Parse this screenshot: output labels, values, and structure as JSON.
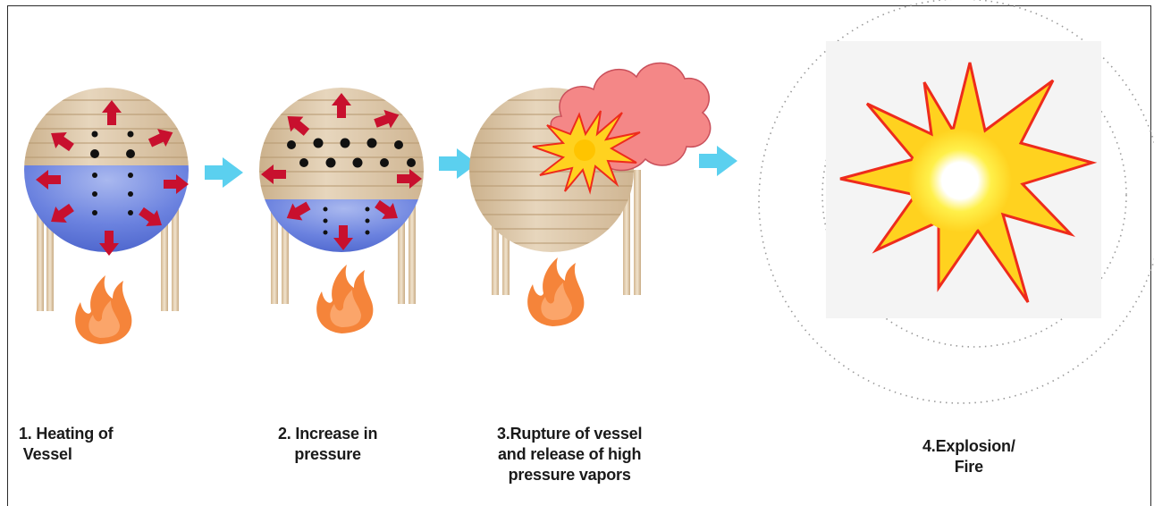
{
  "stages": [
    {
      "id": "heating",
      "caption_lines": [
        "1. Heating of",
        " Vessel"
      ]
    },
    {
      "id": "pressure",
      "caption_lines": [
        "2. Increase in",
        "pressure"
      ]
    },
    {
      "id": "rupture",
      "caption_lines": [
        "3.Rupture of vessel",
        "and release of high",
        "pressure vapors"
      ]
    },
    {
      "id": "explosion",
      "caption_lines": [
        "4.Explosion/",
        "Fire"
      ]
    }
  ],
  "colors": {
    "vessel_tan": "#d8c3a5",
    "liquid_blue": "#5d74d8",
    "pressure_arrow_red": "#c8102e",
    "flow_arrow_cyan": "#5bd0ef",
    "flame_orange": "#f5843a",
    "vapor_cloud_pink": "#f48787",
    "blast_yellow": "#ffd21f",
    "blast_red": "#ee2b1c"
  }
}
